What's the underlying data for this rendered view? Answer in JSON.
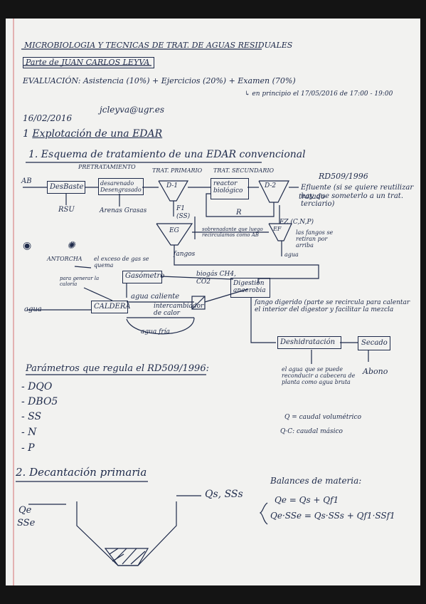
{
  "header": {
    "title": "MICROBIOLOGIA Y TECNICAS DE TRAT. DE AGUAS RESIDUALES",
    "teacher": "Parte de JUAN CARLOS LEYVA",
    "evaluation": "EVALUACIÓN: Asistencia (10%) + Ejercicios (20%) + Examen (70%)",
    "exam_note": "↳ en principio el 17/05/2016 de 17:00 - 19:00",
    "date": "16/02/2016",
    "email": "jcleyva@ugr.es"
  },
  "section1": {
    "number": "1",
    "title": "Explotación de una EDAR",
    "subtitle": "1. Esquema de tratamiento de una EDAR convencional",
    "labels": {
      "pretratamiento": "PRETRATAMIENTO",
      "trat_primario": "TRAT. PRIMARIO",
      "trat_secundario": "TRAT. SECUNDARIO",
      "rd": "RD509/1996",
      "ab": "AB",
      "desbaste": "DesBaste",
      "desarenado": "desarenado Desengrasado",
      "d1": "D-1",
      "reactor": "reactor biológico",
      "d2": "D-2",
      "efluente": "Efluente (si se quiere reutilizar hay que someterlo a un trat. terciario)",
      "efluente_tratado": "tratado",
      "rsu": "RSU",
      "arenas": "Arenas Grasas",
      "f1": "F1 (SS)",
      "r": "R",
      "f2": "FZ (C,N,P)",
      "eg": "EG",
      "ef": "EF",
      "sobrenadante": "sobrenadante que luego recirculamos como AB",
      "fangos_subidos": "las fangos se retiran por arriba",
      "fangos": "fangos",
      "agua_small": "agua",
      "antorcha": "ANTORCHA",
      "exceso": "el exceso de gas se quema",
      "gasometro": "Gasómetro",
      "calor_note": "para generar la caloría",
      "biogas": "biogás CH4, CO2",
      "digestion": "Digestión anaerobia",
      "agua_caliente": "agua caliente",
      "agua_in": "agua",
      "caldera": "CALDERA",
      "intercambiador": "intercambiador de calor",
      "agua_fria": "agua fría",
      "fango_digerido": "fango digerido (parte se recircula para calentar el interior del digestor y facilitar la mezcla",
      "deshidratacion": "Deshidratación",
      "secado": "Secado",
      "agua_retorno": "el agua que se puede reconducir a cabecera de planta como agua bruta",
      "abono": "Abono"
    },
    "params_title": "Parámetros que regula el RD509/1996:",
    "params": [
      "- DQO",
      "- DBO5",
      "- SS",
      "- N",
      "- P"
    ],
    "q_note": "Q = caudal volumétrico",
    "qc_note": "Q·C: caudal másico"
  },
  "section2": {
    "title": "2. Decantación primaria",
    "qe": "Qe",
    "sse": "SSe",
    "qs": "Qs, SSs",
    "balance_title": "Balances de materia:",
    "eq1": "Qe = Qs + Qf1",
    "eq2": "Qe·SSe = Qs·SSs + Qf1·SSf1"
  }
}
